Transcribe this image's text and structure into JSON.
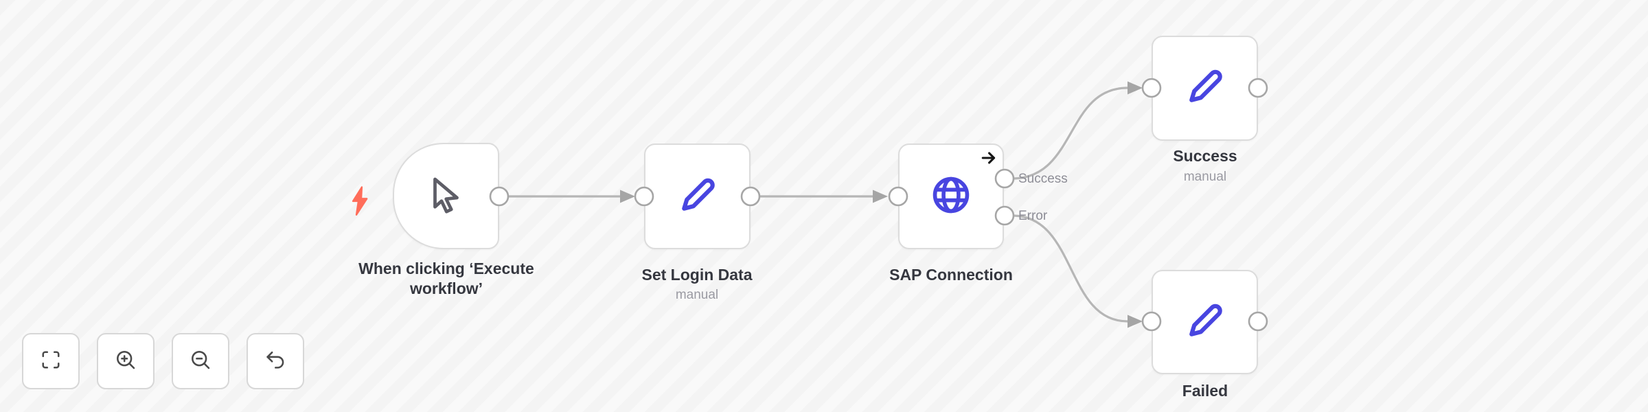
{
  "app": {
    "name": "workflow editor canvas"
  },
  "theme": {
    "accent_blue": "#4845e0",
    "trigger_bolt_color": "#ff6d5a",
    "edge_color": "#b6b6b6",
    "node_border": "#dcdcdc",
    "node_bg": "#ffffff",
    "label_color": "#35373f",
    "muted_color": "#9a9aa2",
    "canvas_bg": "#f6f6f6"
  },
  "nodes": [
    {
      "id": "when-clicking-execute-workflow",
      "label": "When clicking ‘Execute workflow’",
      "icon": "cursor-icon",
      "kind": "manual-trigger"
    },
    {
      "id": "set-login-data",
      "label": "Set Login Data",
      "subtitle": "manual",
      "icon": "pencil-icon",
      "kind": "set"
    },
    {
      "id": "sap-connection",
      "label": "SAP Connection",
      "icon": "globe-icon",
      "kind": "http-request",
      "outputs": [
        {
          "label": "Success"
        },
        {
          "label": "Error"
        }
      ]
    },
    {
      "id": "success",
      "label": "Success",
      "subtitle": "manual",
      "icon": "pencil-icon",
      "kind": "set"
    },
    {
      "id": "failed",
      "label": "Failed",
      "icon": "pencil-icon",
      "kind": "set"
    }
  ],
  "connections": [
    {
      "from": "when-clicking-execute-workflow",
      "to": "set-login-data"
    },
    {
      "from": "set-login-data",
      "to": "sap-connection"
    },
    {
      "from": "sap-connection:Success",
      "to": "success"
    },
    {
      "from": "sap-connection:Error",
      "to": "failed"
    }
  ],
  "controls": [
    {
      "id": "fit-view",
      "icon": "fit-view-icon"
    },
    {
      "id": "zoom-in",
      "icon": "zoom-in-icon"
    },
    {
      "id": "zoom-out",
      "icon": "zoom-out-icon"
    },
    {
      "id": "undo",
      "icon": "undo-icon"
    }
  ]
}
